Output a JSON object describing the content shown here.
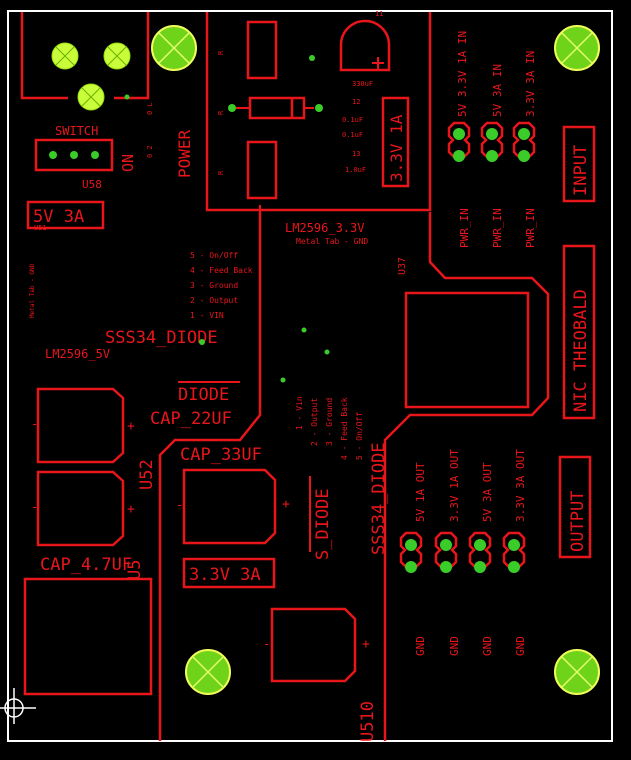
{
  "colors": {
    "background": "#000000",
    "silkscreen": "#e8161b",
    "board_outline": "#ffffff",
    "pad": "#c8ff3a",
    "via": "#3acd2a"
  },
  "labels": {
    "switch": "SWITCH",
    "u58": "U58",
    "on": "ON",
    "power": "POWER",
    "sw_pins": [
      "0 L",
      "0 2"
    ],
    "v5_3a": "5V 3A",
    "v5_tag": "U51",
    "metal_tab_left": "Metal Tab - GND",
    "lm2596_33": "LM2596_3.3V",
    "metal_tab_gnd": "Metal Tab - GND",
    "u37": "U37",
    "v33_1a": "3.3V 1A",
    "cap_330uf": "330uF",
    "cap_01a": "0.1uF",
    "cap_01b": "0.1uF",
    "cap_10": "1.0uF",
    "c12": "12",
    "c13": "13",
    "c11": "11",
    "ref_r1": "R",
    "ref_r2": "R",
    "ref_r3": "R",
    "pinout_list": [
      "5 - On/Off",
      "4 - Feed Back",
      "3 - Ground",
      "2 - Output",
      "1 - VIN"
    ],
    "sss34_1": "SSS34_DIODE",
    "lm2596_5": "LM2596_5V",
    "diode": "DIODE",
    "cap_22uf": "CAP_22UF",
    "cap_33uf": "CAP_33UF",
    "u52": "U52",
    "cap_47uf": "CAP_4.7UF",
    "u5x": "U5",
    "v33_3a": "3.3V 3A",
    "s_diode": "S_DIODE",
    "pinout_rot": [
      "1 - Vin",
      "2 - Output",
      "3 - Ground",
      "4 - Feed Back",
      "5 - On/Off"
    ],
    "sss34_2": "SSS34_DIODE",
    "u510": "U510",
    "input_labels": [
      "5V 3.3V 1A IN",
      "5V 3A IN",
      "3.3V 3A IN"
    ],
    "pwr_in": [
      "PWR_IN",
      "PWR_IN",
      "PWR_IN"
    ],
    "input": "INPUT",
    "designer": "NIC THEOBALD",
    "output_labels": [
      "5V 1A OUT",
      "3.3V 1A OUT",
      "5V 3A OUT",
      "3.3V 3A OUT"
    ],
    "output": "OUTPUT",
    "gnd": [
      "GND",
      "GND",
      "GND",
      "GND"
    ],
    "plus": "+",
    "minus": "-"
  }
}
